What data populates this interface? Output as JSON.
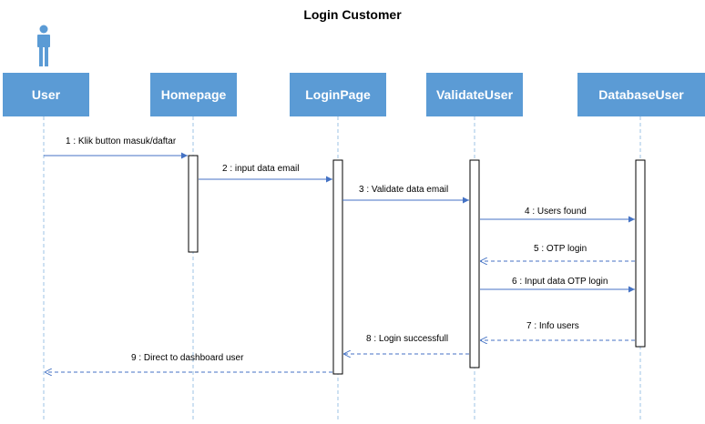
{
  "title": "Login Customer",
  "colors": {
    "box": "#5b9bd5",
    "line": "#4472c4",
    "lifeline": "#9dc3e6"
  },
  "participants": [
    {
      "id": "user",
      "label": "User"
    },
    {
      "id": "homepage",
      "label": "Homepage"
    },
    {
      "id": "loginpage",
      "label": "LoginPage"
    },
    {
      "id": "validateuser",
      "label": "ValidateUser"
    },
    {
      "id": "databaseuser",
      "label": "DatabaseUser"
    }
  ],
  "messages": [
    {
      "label": "1 : Klik button masuk/daftar",
      "from": "user",
      "to": "homepage",
      "style": "solid"
    },
    {
      "label": "2 : input data email",
      "from": "homepage",
      "to": "loginpage",
      "style": "solid"
    },
    {
      "label": "3 : Validate data email",
      "from": "loginpage",
      "to": "validateuser",
      "style": "solid"
    },
    {
      "label": "4 : Users found",
      "from": "validateuser",
      "to": "databaseuser",
      "style": "solid"
    },
    {
      "label": "5 : OTP login",
      "from": "databaseuser",
      "to": "validateuser",
      "style": "dashed"
    },
    {
      "label": "6 : Input data OTP login",
      "from": "validateuser",
      "to": "databaseuser",
      "style": "solid"
    },
    {
      "label": "7 : Info users",
      "from": "databaseuser",
      "to": "validateuser",
      "style": "dashed"
    },
    {
      "label": "8 : Login successfull",
      "from": "validateuser",
      "to": "loginpage",
      "style": "dashed"
    },
    {
      "label": "9 : Direct to dashboard user",
      "from": "loginpage",
      "to": "user",
      "style": "dashed"
    }
  ]
}
